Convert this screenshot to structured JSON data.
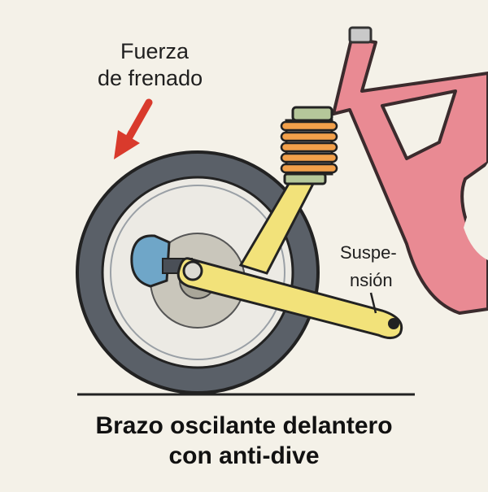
{
  "labels": {
    "force_line1": "Fuerza",
    "force_line2": "de frenado",
    "suspension_line1": "Suspe-",
    "suspension_line2": "nsión"
  },
  "title": {
    "line1": "Brazo oscilante delantero",
    "line2": "con anti-dive"
  },
  "colors": {
    "background": "#f4f1e8",
    "frame": "#e98a93",
    "swingarm": "#f2e27a",
    "spring": "#f2a04a",
    "caliper": "#6fa6c8",
    "tire": "#5a6068",
    "arrow": "#d93a2c"
  }
}
